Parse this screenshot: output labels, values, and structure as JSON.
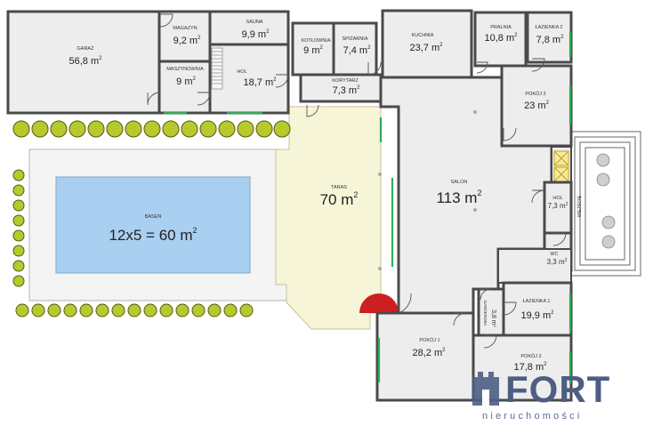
{
  "rooms": {
    "garaz": {
      "name": "GARAŻ",
      "area": "56,8 m",
      "sup": "2"
    },
    "magazyn": {
      "name": "MAGAZYN",
      "area": "9,2 m",
      "sup": "2"
    },
    "maszynownia": {
      "name": "MASZYNOWNIA",
      "area": "9 m",
      "sup": "2"
    },
    "sauna": {
      "name": "SAUNA",
      "area": "9,9 m",
      "sup": "2"
    },
    "hol_top": {
      "name": "HOL",
      "area": "18,7 m",
      "sup": "2"
    },
    "kotlownia": {
      "name": "KOTŁOWNIA",
      "area": "9 m",
      "sup": "2"
    },
    "spizarnia": {
      "name": "SPIŻARNIA",
      "area": "7,4 m",
      "sup": "2"
    },
    "korytarz": {
      "name": "KORYTARZ",
      "area": "7,3 m",
      "sup": "2"
    },
    "kuchnia": {
      "name": "KUCHNIA",
      "area": "23,7 m",
      "sup": "2"
    },
    "pralnia": {
      "name": "PRALNIA",
      "area": "10,8 m",
      "sup": "2"
    },
    "lazienka2": {
      "name": "ŁAZIENKA 2",
      "area": "7,8 m",
      "sup": "2"
    },
    "pokoj3": {
      "name": "POKÓJ 3",
      "area": "23 m",
      "sup": "2"
    },
    "taras": {
      "name": "TARAS",
      "area": "70 m",
      "sup": "2"
    },
    "salon": {
      "name": "SALON",
      "area": "113 m",
      "sup": "2"
    },
    "hol_right": {
      "name": "HOL",
      "area": "7,3 m",
      "sup": "2"
    },
    "wejscie": {
      "name": "WEJŚCIE"
    },
    "wc": {
      "name": "WC",
      "area": "3,3 m",
      "sup": "2"
    },
    "lazienka1": {
      "name": "ŁAZIENKA 1",
      "area": "19,9 m",
      "sup": "2"
    },
    "garderoba": {
      "name": "GARDEROBA",
      "area": "3,8 m",
      "sup": "2"
    },
    "pokoj1": {
      "name": "POKÓJ 1",
      "area": "28,2 m",
      "sup": "2"
    },
    "pokoj2": {
      "name": "POKÓJ 2",
      "area": "17,8 m",
      "sup": "2"
    },
    "basen": {
      "name": "BASEN",
      "area": "12x5 = 60 m",
      "sup": "2"
    }
  },
  "logo": {
    "brand": "FORT",
    "subtitle": "nieruchomości"
  },
  "colors": {
    "walls": "#4a4a4a",
    "floor": "#ededed",
    "terrace": "#f7f5d8",
    "pool": "#a9d0f0",
    "bush": "#b7c92d",
    "window": "#2fae55",
    "logo": "#4d5e85",
    "highlight": "#cc1f1f"
  }
}
